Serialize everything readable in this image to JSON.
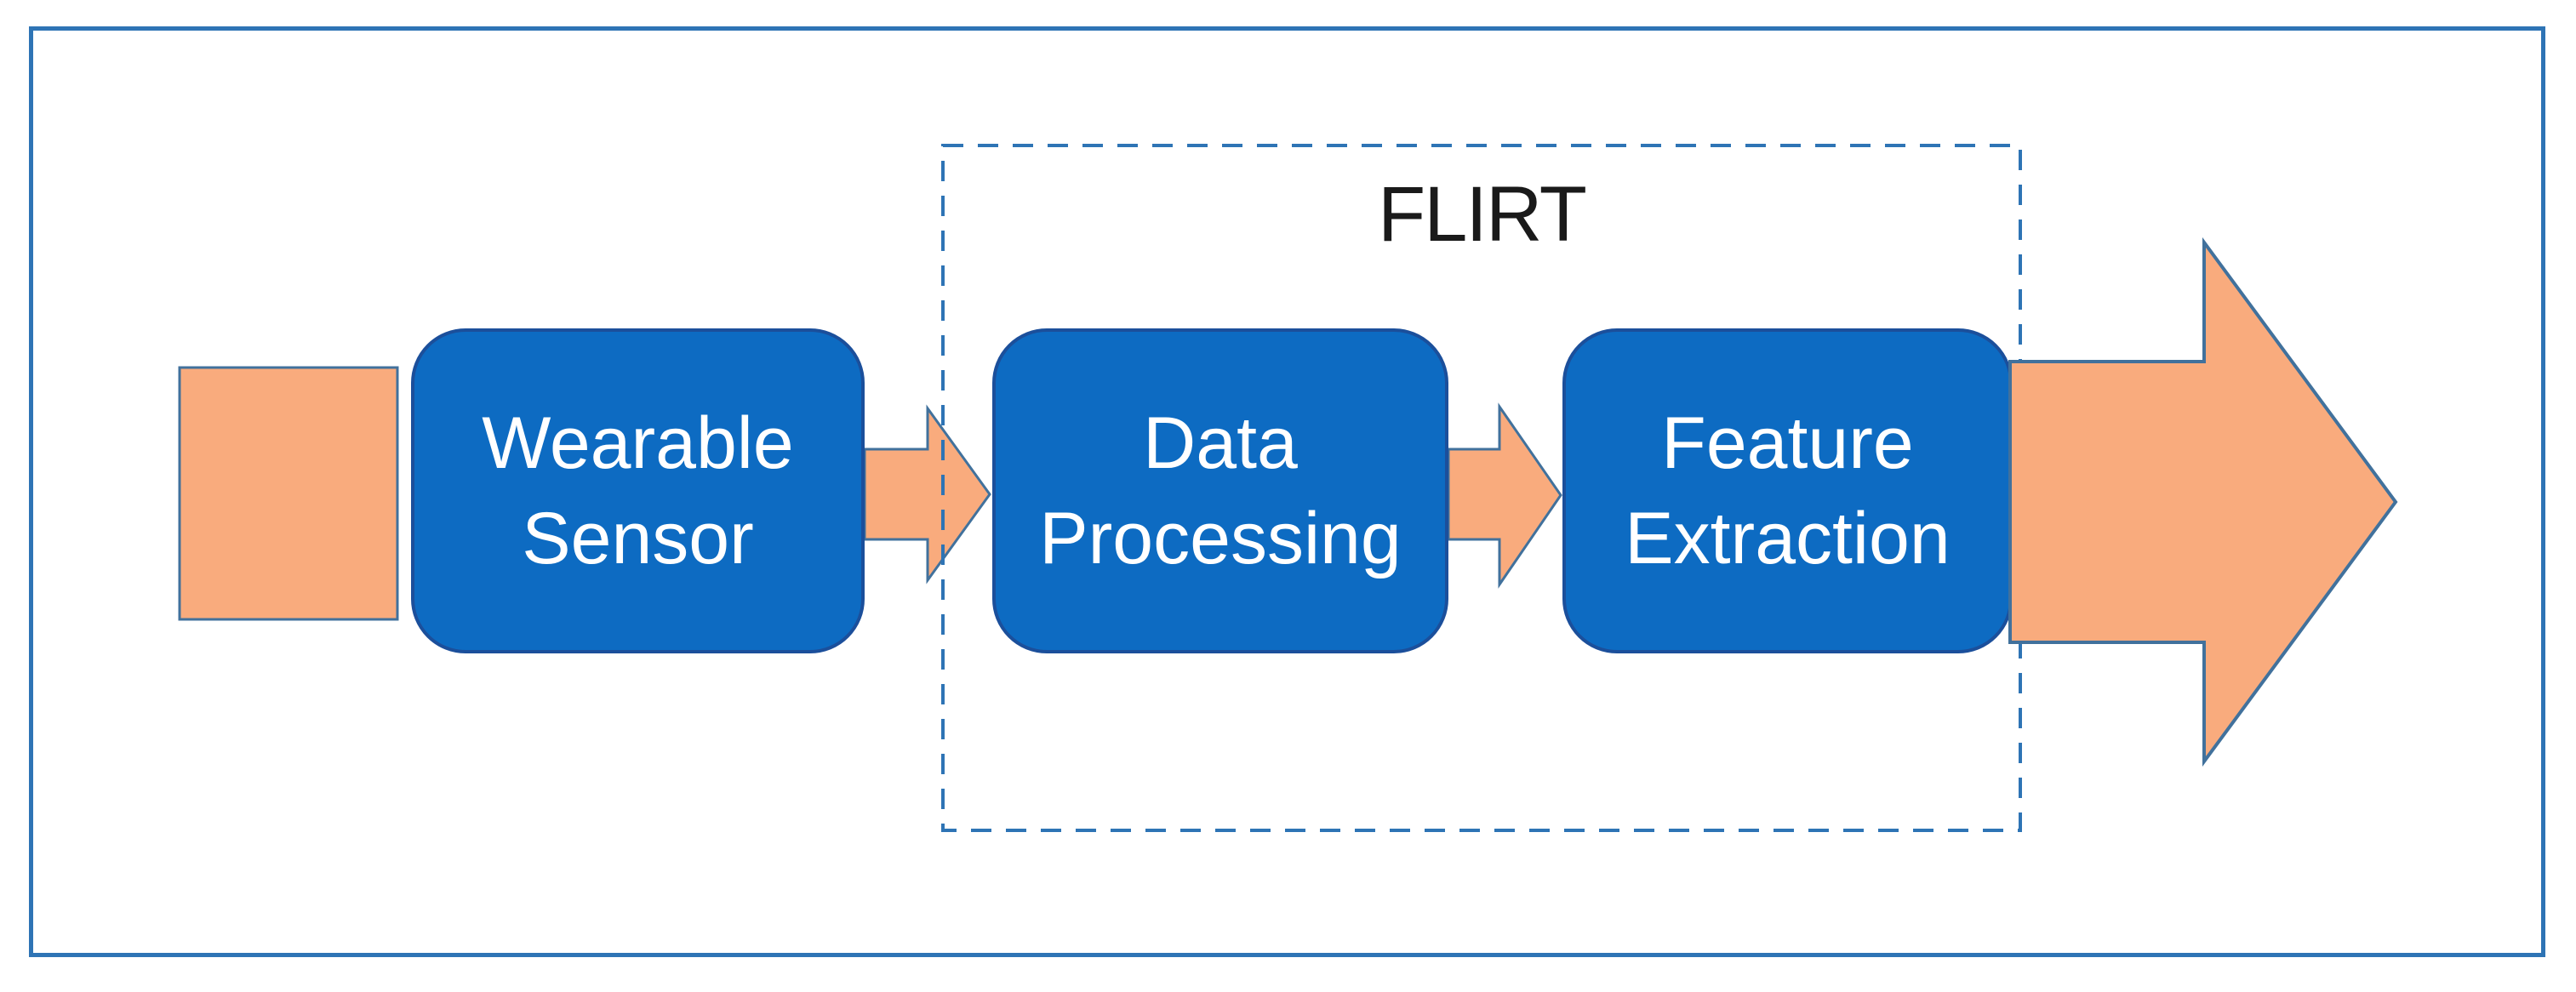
{
  "figure": {
    "flirt_label": "FLIRT",
    "nodes": [
      {
        "line1": "Wearable",
        "line2": "Sensor"
      },
      {
        "line1": "Data",
        "line2": "Processing"
      },
      {
        "line1": "Feature",
        "line2": "Extraction"
      }
    ]
  },
  "colors": {
    "background": "#FFFFFF",
    "frame-border": "#2E74B5",
    "dashed-border": "#2E74B5",
    "node-fill": "#0D6BC2",
    "node-border": "#1B4F9B",
    "node-text": "#FFFFFF",
    "orange-fill": "#F9AB7D",
    "orange-border": "#41719C",
    "flirt-text": "#1A1A1A"
  }
}
